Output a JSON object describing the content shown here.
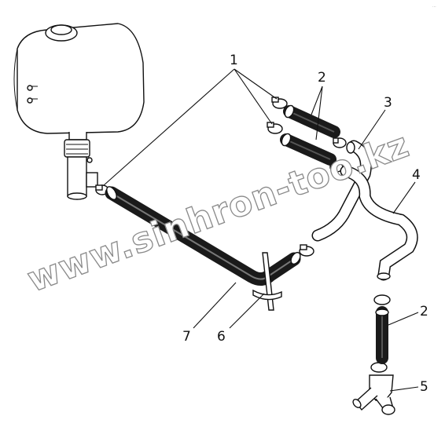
{
  "diagram": {
    "callouts": [
      {
        "id": "c1",
        "label": "1"
      },
      {
        "id": "c2a",
        "label": "2"
      },
      {
        "id": "c3",
        "label": "3"
      },
      {
        "id": "c4",
        "label": "4"
      },
      {
        "id": "c2b",
        "label": "2"
      },
      {
        "id": "c5",
        "label": "5"
      },
      {
        "id": "c6",
        "label": "6"
      },
      {
        "id": "c7",
        "label": "7"
      }
    ],
    "watermark": "www.sinhron-too.kz",
    "corner_mark": "..."
  }
}
